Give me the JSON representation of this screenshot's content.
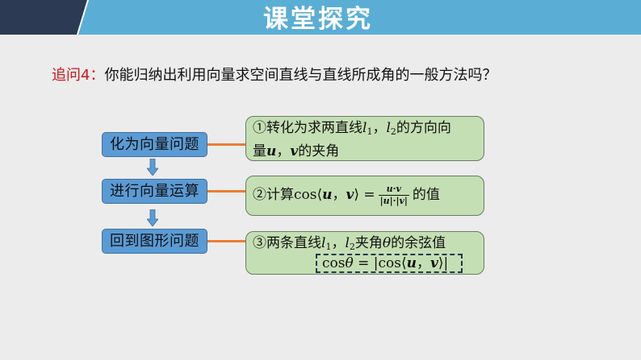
{
  "header": {
    "title": "课堂探究",
    "colors": {
      "bar": "#5aaed6",
      "dark_block": "#2c3b53",
      "title_text": "#ffffff"
    }
  },
  "question": {
    "lead": "追问4：",
    "text": "你能归纳出利用向量求空间直线与直线所成角的一般方法吗？",
    "lead_color": "#d0141b"
  },
  "flow": {
    "steps": [
      {
        "label": "化为向量问题"
      },
      {
        "label": "进行向量运算"
      },
      {
        "label": "回到图形问题"
      }
    ],
    "notes": [
      {
        "marker": "①",
        "text_a": "转化为求两直线",
        "l": "l",
        "sub1": "1",
        "sep": "，",
        "sub2": "2",
        "text_b": "的方向向",
        "text_c": "量",
        "u": "u",
        "comma": "，",
        "v": "v",
        "text_d": "的夹角"
      },
      {
        "marker": "②",
        "text_a": "计算cos⟨",
        "u": "u",
        "comma": "，",
        "v": "v",
        "text_b": "⟩ =",
        "frac_num": "u·v",
        "frac_den": "|u|·|v|",
        "text_c": "的值"
      },
      {
        "marker": "③",
        "text_a": "两条直线",
        "l": "l",
        "sub1": "1",
        "sep": "，",
        "sub2": "2",
        "text_b": "夹角",
        "theta": "θ",
        "text_c": "的余弦值",
        "formula_a": "cos",
        "formula_theta": "θ",
        "formula_b": " = |cos⟨",
        "formula_u": "u",
        "formula_comma": "，",
        "formula_v": "v",
        "formula_c": "⟩|"
      }
    ],
    "colors": {
      "step_fill": "#5b9bd5",
      "note_fill": "#c5dfb4",
      "connector": "#ed7d31",
      "arrow": "#5b9bd5"
    }
  }
}
